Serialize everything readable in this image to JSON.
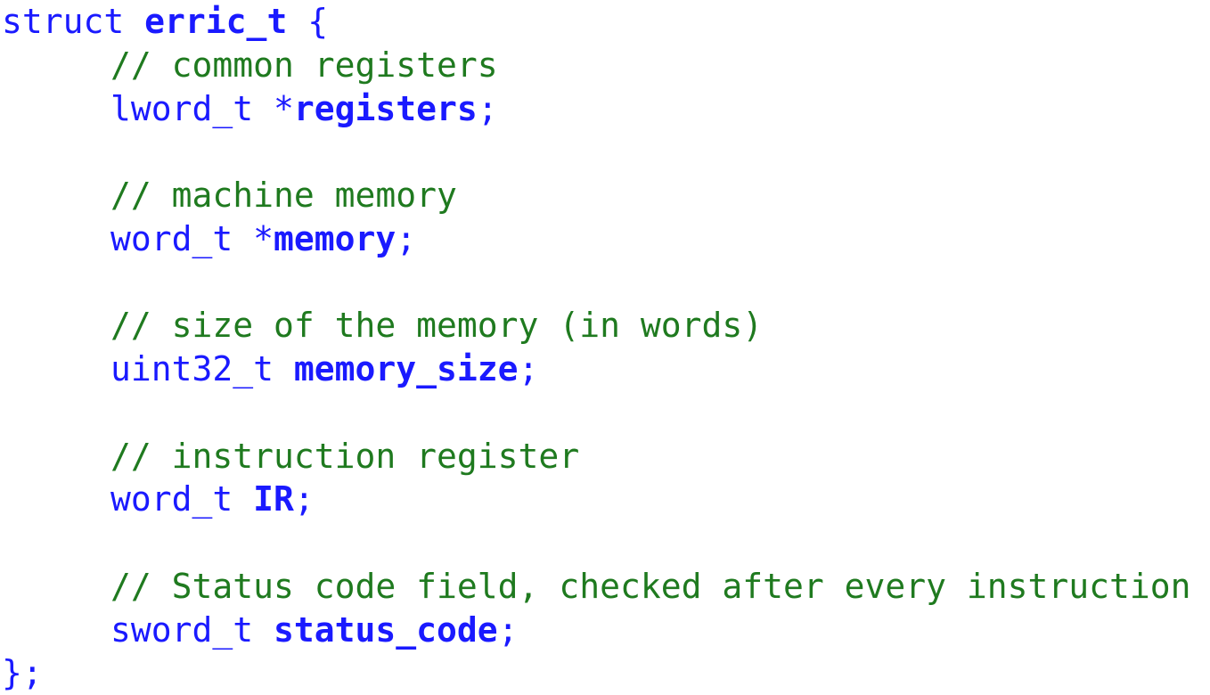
{
  "code": {
    "struct_keyword": "struct",
    "struct_name": "erric_t",
    "open_brace": " {",
    "fields": [
      {
        "comment": "// common registers",
        "type": "lword_t *",
        "name": "registers",
        "terminator": ";"
      },
      {
        "comment": "// machine memory",
        "type": "word_t *",
        "name": "memory",
        "terminator": ";"
      },
      {
        "comment": "// size of the memory (in words)",
        "type": "uint32_t ",
        "name": "memory_size",
        "terminator": ";"
      },
      {
        "comment": "// instruction register",
        "type": "word_t ",
        "name": "IR",
        "terminator": ";"
      },
      {
        "comment": "// Status code field, checked after every instruction",
        "type": "sword_t ",
        "name": "status_code",
        "terminator": ";"
      }
    ],
    "close": "};"
  },
  "colors": {
    "code_text": "#1a1aff",
    "comment": "#1f7a1f",
    "background": "#ffffff"
  }
}
